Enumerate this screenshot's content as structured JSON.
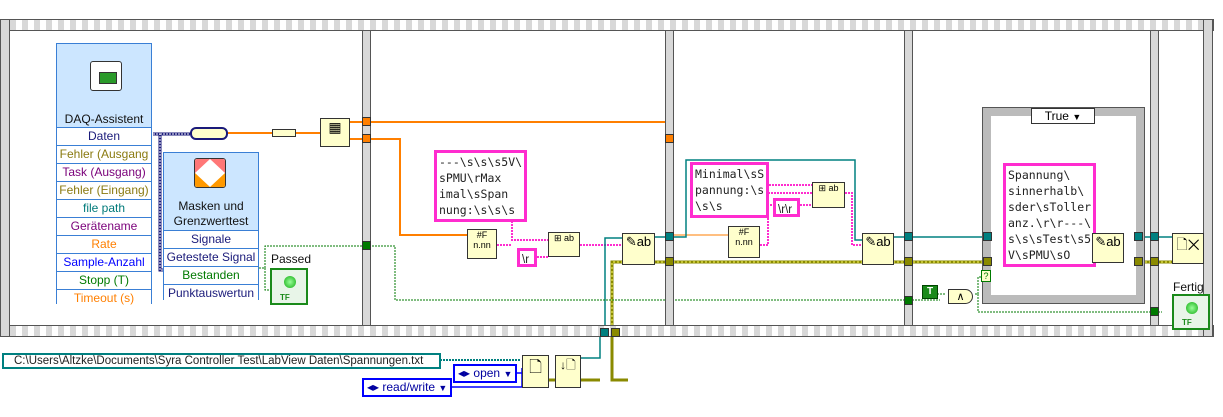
{
  "daq_assistant": {
    "title": "DAQ-Assistent",
    "rows": [
      {
        "label": "Daten",
        "color": "#1a1a7a"
      },
      {
        "label": "Fehler (Ausgang",
        "color": "#8a7a10"
      },
      {
        "label": "Task (Ausgang)",
        "color": "#7a007a"
      },
      {
        "label": "Fehler (Eingang)",
        "color": "#8a7a10"
      },
      {
        "label": "file path",
        "color": "#007a7a"
      },
      {
        "label": "Gerätename",
        "color": "#7a007a"
      },
      {
        "label": "Rate",
        "color": "#ff7f00"
      },
      {
        "label": "Sample-Anzahl",
        "color": "#0000ff"
      },
      {
        "label": "Stopp (T)",
        "color": "#007a00"
      },
      {
        "label": "Timeout (s)",
        "color": "#ff7f00"
      }
    ]
  },
  "mask_test": {
    "title_line1": "Masken und",
    "title_line2": "Grenzwerttest",
    "rows": [
      {
        "label": "Signale",
        "color": "#1a1a7a"
      },
      {
        "label": "Getestete Signal",
        "color": "#1a1a7a"
      },
      {
        "label": "Bestanden",
        "color": "#007a00"
      },
      {
        "label": "Punktauswertun",
        "color": "#1a1a7a"
      }
    ]
  },
  "indicators": {
    "passed_label": "Passed",
    "fertig_label": "Fertig",
    "tf": "TF"
  },
  "string_constants": {
    "header": "---\\s\\s\\s5V\\\nsPMU\\rMax\nimal\\sSpan\nnung:\\s\\s\\s",
    "cr": "\\r",
    "minimal": "Minimal\\sS\npannung:\\s\n\\s\\s",
    "crcr": "\\r\\r",
    "inside": "Spannung\\\nsinnerhalb\\\nsder\\sToller\nanz.\\r\\r---\\\ns\\s\\sTest\\s5\nV\\sPMU\\sO"
  },
  "case_structure": {
    "selector": "True"
  },
  "true_constant": "T",
  "and_symbol": "∧",
  "question": "?",
  "file": {
    "path": "C:\\Users\\Altzke\\Documents\\Syra Controller Test\\LabView Daten\\Spannungen.txt",
    "operation": "open",
    "access": "read/write"
  },
  "colors": {
    "orange_wire": "#ff7f00",
    "pink_wire": "#ff2ccf",
    "teal_wire": "#008080",
    "error_wire": "#8a8a00",
    "bool_wire": "#007a00"
  }
}
